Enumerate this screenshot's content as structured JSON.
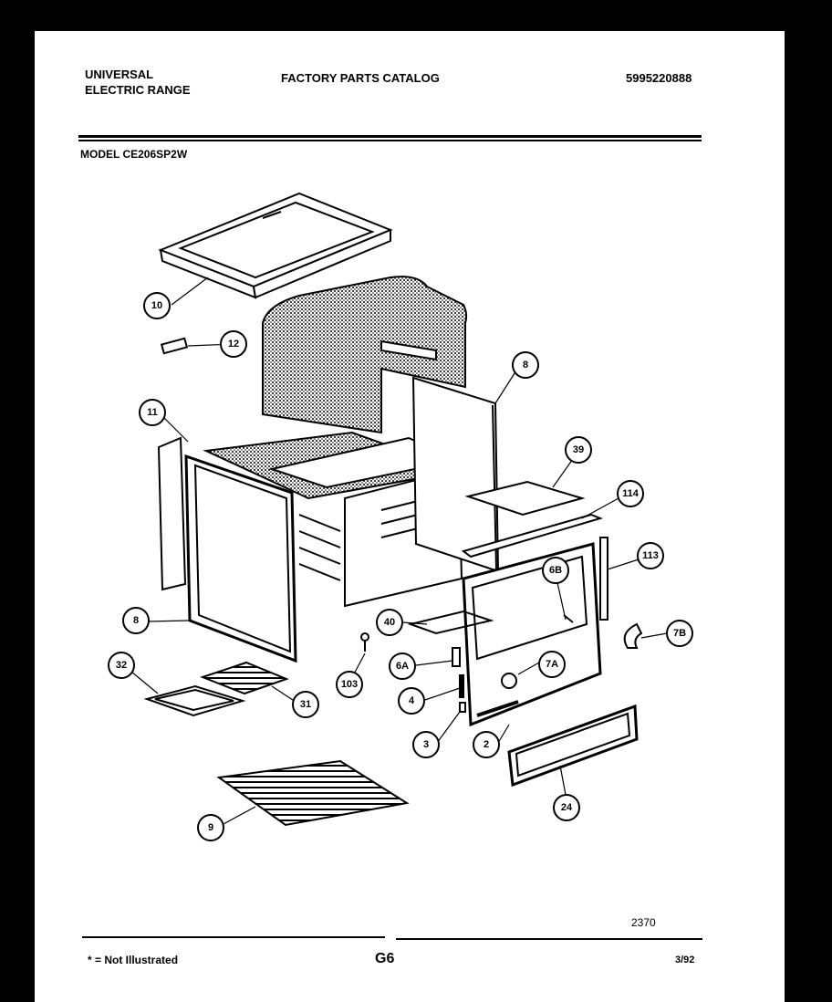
{
  "header": {
    "brand_line1": "UNIVERSAL",
    "brand_line2": "ELECTRIC RANGE",
    "catalog_title": "FACTORY PARTS CATALOG",
    "doc_number": "5995220888"
  },
  "model_label": "MODEL CE206SP2W",
  "drawing_number": "2370",
  "footer": {
    "not_illustrated": "* = Not Illustrated",
    "page_code": "G6",
    "date_code": "3/92"
  },
  "callouts": {
    "c10": "10",
    "c12": "12",
    "c11": "11",
    "c8top": "8",
    "c39": "39",
    "c114": "114",
    "c113": "113",
    "c6B": "6B",
    "c8left": "8",
    "c40": "40",
    "c7B": "7B",
    "c6A": "6A",
    "c7A": "7A",
    "c32": "32",
    "c103": "103",
    "c4": "4",
    "c31": "31",
    "c3": "3",
    "c2": "2",
    "c24": "24",
    "c9": "9"
  }
}
